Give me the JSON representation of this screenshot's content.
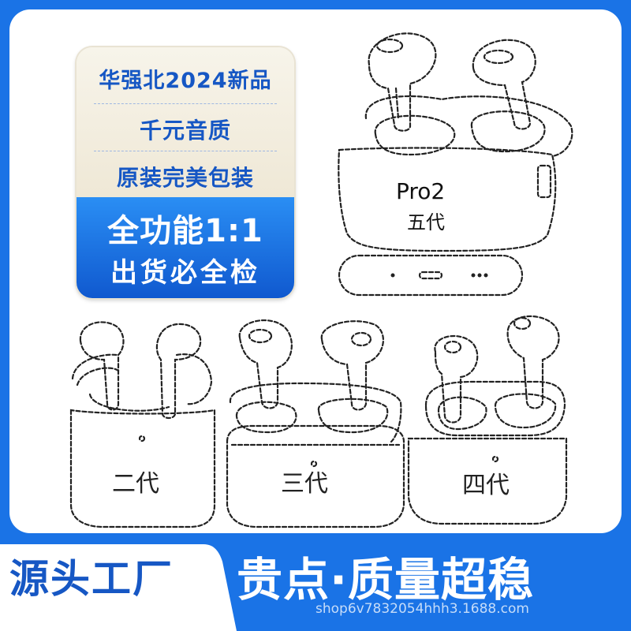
{
  "badge": {
    "line1": "华强北2024新品",
    "line2": "千元音质",
    "line3": "原装完美包装",
    "headline": "全功能1:1",
    "subline": "出货必全检"
  },
  "products": {
    "pro_model": "Pro2",
    "pro_generation": "五代",
    "gen2": "二代",
    "gen3": "三代",
    "gen4": "四代"
  },
  "banner": {
    "factory": "源头工厂",
    "slogan": "贵点·质量超稳",
    "watermark": "shop6v7832054hhh3.1688.com"
  },
  "colors": {
    "background": "#1a73e6",
    "accent": "#1657c4",
    "badge_cream": "#f7f4ea"
  }
}
